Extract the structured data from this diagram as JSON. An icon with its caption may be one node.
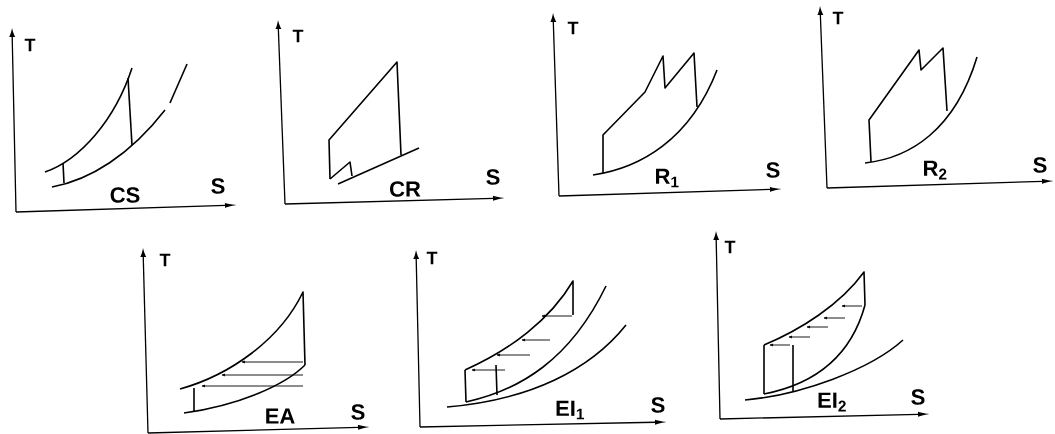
{
  "diagram": {
    "labels": [
      "T",
      "S",
      "CS",
      "T",
      "S",
      "CR",
      "T",
      "S",
      "R$_{1}$",
      "T",
      "S",
      "R$_{2}$",
      "T",
      "S",
      "EA",
      "T",
      "S",
      "EI$_{1}$",
      "T",
      "S",
      "EI$_{2}$"
    ]
  }
}
